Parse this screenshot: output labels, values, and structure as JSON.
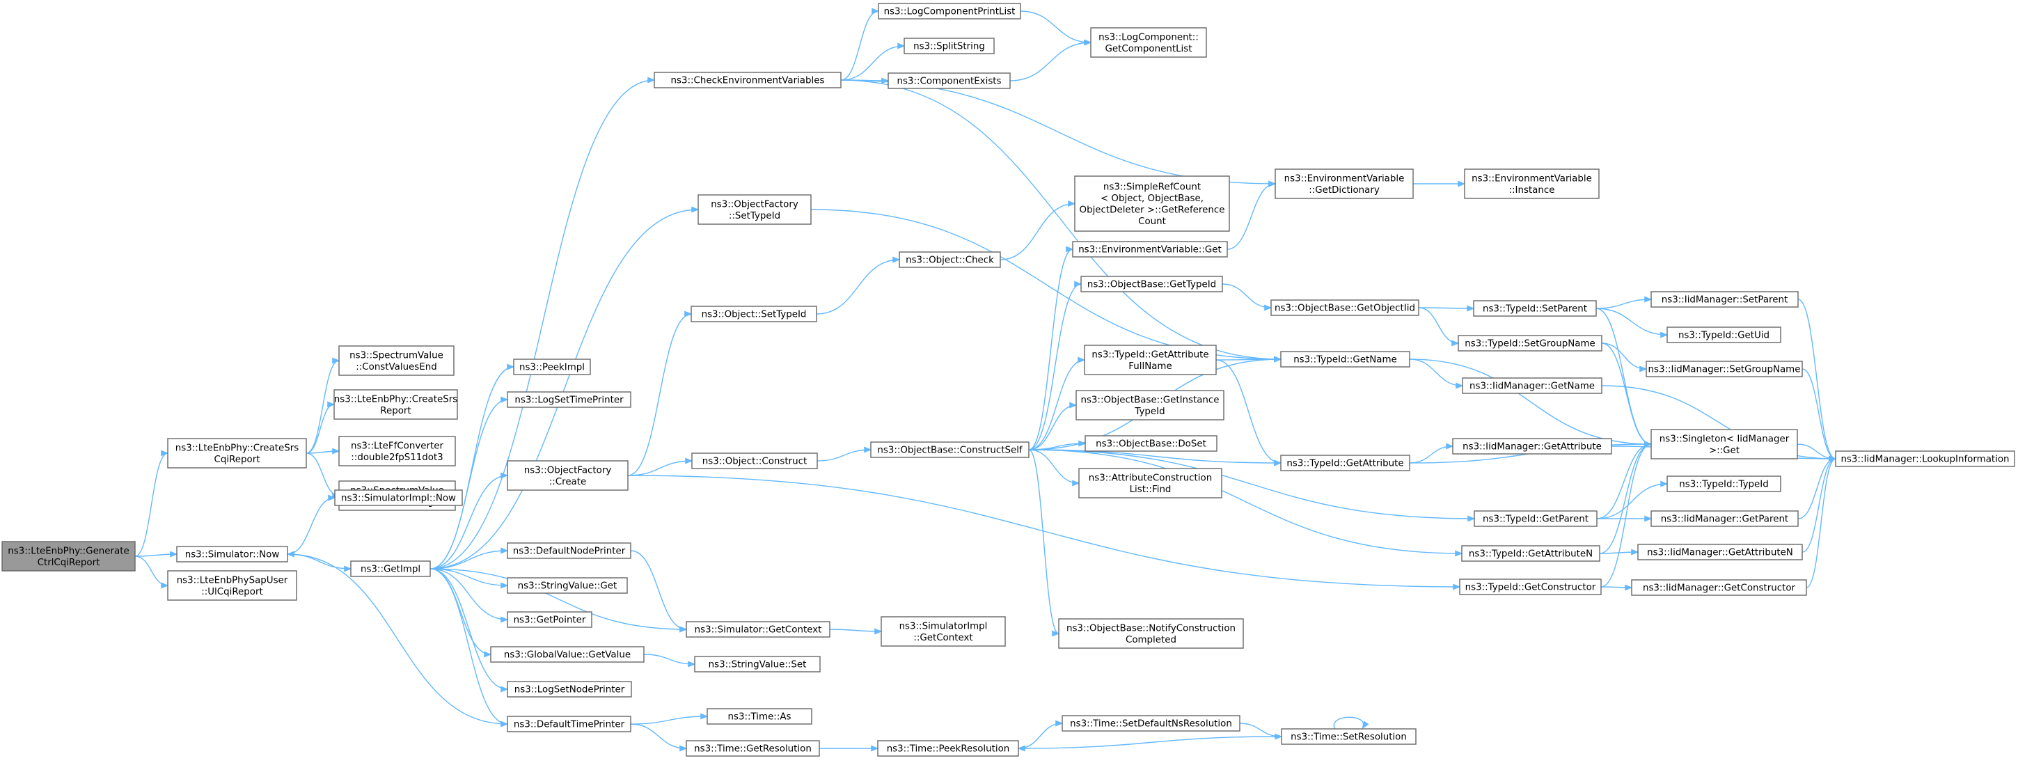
{
  "diagram": {
    "type": "call-graph",
    "colors": {
      "edge": "#63b8ff",
      "node_border": "#666666",
      "root_fill": "#999999",
      "node_fill": "#ffffff"
    },
    "nodes": [
      {
        "id": "root",
        "lines": [
          "ns3::LteEnbPhy::Generate",
          "CtrlCqiReport"
        ],
        "root": true
      },
      {
        "id": "createsrs",
        "lines": [
          "ns3::LteEnbPhy::CreateSrs",
          "CqiReport"
        ]
      },
      {
        "id": "simnow",
        "lines": [
          "ns3::Simulator::Now"
        ]
      },
      {
        "id": "ulcqi",
        "lines": [
          "ns3::LteEnbPhySapUser",
          "::UlCqiReport"
        ]
      },
      {
        "id": "cvend",
        "lines": [
          "ns3::SpectrumValue",
          "::ConstValuesEnd"
        ]
      },
      {
        "id": "createsrsrep",
        "lines": [
          "ns3::LteEnbPhy::CreateSrs",
          "Report"
        ]
      },
      {
        "id": "ffconv",
        "lines": [
          "ns3::LteFfConverter",
          "::double2fpS11dot3"
        ]
      },
      {
        "id": "cvbegin",
        "lines": [
          "ns3::SpectrumValue",
          "::ConstValuesBegin"
        ]
      },
      {
        "id": "simimplnow",
        "lines": [
          "ns3::SimulatorImpl::Now"
        ]
      },
      {
        "id": "getimpl",
        "lines": [
          "ns3::GetImpl"
        ]
      },
      {
        "id": "peekimpl",
        "lines": [
          "ns3::PeekImpl"
        ]
      },
      {
        "id": "logsettime",
        "lines": [
          "ns3::LogSetTimePrinter"
        ]
      },
      {
        "id": "objfactcreate",
        "lines": [
          "ns3::ObjectFactory",
          "::Create"
        ]
      },
      {
        "id": "defnodeprinter",
        "lines": [
          "ns3::DefaultNodePrinter"
        ]
      },
      {
        "id": "strvalget",
        "lines": [
          "ns3::StringValue::Get"
        ]
      },
      {
        "id": "getpointer",
        "lines": [
          "ns3::GetPointer"
        ]
      },
      {
        "id": "globalget",
        "lines": [
          "ns3::GlobalValue::GetValue"
        ]
      },
      {
        "id": "logsetnode",
        "lines": [
          "ns3::LogSetNodePrinter"
        ]
      },
      {
        "id": "deftimeprinter",
        "lines": [
          "ns3::DefaultTimePrinter"
        ]
      },
      {
        "id": "checkenv",
        "lines": [
          "ns3::CheckEnvironmentVariables"
        ]
      },
      {
        "id": "objfactsettype",
        "lines": [
          "ns3::ObjectFactory",
          "::SetTypeId"
        ]
      },
      {
        "id": "objsettypeid",
        "lines": [
          "ns3::Object::SetTypeId"
        ]
      },
      {
        "id": "objconstruct",
        "lines": [
          "ns3::Object::Construct"
        ]
      },
      {
        "id": "simgetctx",
        "lines": [
          "ns3::Simulator::GetContext"
        ]
      },
      {
        "id": "strvalset",
        "lines": [
          "ns3::StringValue::Set"
        ]
      },
      {
        "id": "timeas",
        "lines": [
          "ns3::Time::As"
        ]
      },
      {
        "id": "timegetres",
        "lines": [
          "ns3::Time::GetResolution"
        ]
      },
      {
        "id": "logcompprint",
        "lines": [
          "ns3::LogComponentPrintList"
        ]
      },
      {
        "id": "splitstring",
        "lines": [
          "ns3::SplitString"
        ]
      },
      {
        "id": "compexists",
        "lines": [
          "ns3::ComponentExists"
        ]
      },
      {
        "id": "objcheck",
        "lines": [
          "ns3::Object::Check"
        ]
      },
      {
        "id": "objbaseconstructself",
        "lines": [
          "ns3::ObjectBase::ConstructSelf"
        ]
      },
      {
        "id": "simimplgetctx",
        "lines": [
          "ns3::SimulatorImpl",
          "::GetContext"
        ]
      },
      {
        "id": "timepeekres",
        "lines": [
          "ns3::Time::PeekResolution"
        ]
      },
      {
        "id": "logcompgetlist",
        "lines": [
          "ns3::LogComponent::",
          "GetComponentList"
        ]
      },
      {
        "id": "simplerefcount",
        "lines": [
          "ns3::SimpleRefCount",
          "< Object, ObjectBase,",
          "ObjectDeleter >::GetReference",
          "Count"
        ]
      },
      {
        "id": "envvarget",
        "lines": [
          "ns3::EnvironmentVariable::Get"
        ]
      },
      {
        "id": "objbasegettypeid",
        "lines": [
          "ns3::ObjectBase::GetTypeId"
        ]
      },
      {
        "id": "typeidgetattrfull",
        "lines": [
          "ns3::TypeId::GetAttribute",
          "FullName"
        ]
      },
      {
        "id": "objbasegetinst",
        "lines": [
          "ns3::ObjectBase::GetInstance",
          "TypeId"
        ]
      },
      {
        "id": "objbasedoset",
        "lines": [
          "ns3::ObjectBase::DoSet"
        ]
      },
      {
        "id": "attrconstrfind",
        "lines": [
          "ns3::AttributeConstruction",
          "List::Find"
        ]
      },
      {
        "id": "objbasenotify",
        "lines": [
          "ns3::ObjectBase::NotifyConstruction",
          "Completed"
        ]
      },
      {
        "id": "timesetdefns",
        "lines": [
          "ns3::Time::SetDefaultNsResolution"
        ]
      },
      {
        "id": "envvargetdict",
        "lines": [
          "ns3::EnvironmentVariable",
          "::GetDictionary"
        ]
      },
      {
        "id": "objbasegetobjiid",
        "lines": [
          "ns3::ObjectBase::GetObjectIid"
        ]
      },
      {
        "id": "typeidgetname",
        "lines": [
          "ns3::TypeId::GetName"
        ]
      },
      {
        "id": "typeidgetattr",
        "lines": [
          "ns3::TypeId::GetAttribute"
        ]
      },
      {
        "id": "typeidgetparent",
        "lines": [
          "ns3::TypeId::GetParent"
        ]
      },
      {
        "id": "typeidgetattrn",
        "lines": [
          "ns3::TypeId::GetAttributeN"
        ]
      },
      {
        "id": "typeidgetctor",
        "lines": [
          "ns3::TypeId::GetConstructor"
        ]
      },
      {
        "id": "timesetres",
        "lines": [
          "ns3::Time::SetResolution"
        ]
      },
      {
        "id": "envvarinstance",
        "lines": [
          "ns3::EnvironmentVariable",
          "::Instance"
        ]
      },
      {
        "id": "typeidsetparent",
        "lines": [
          "ns3::TypeId::SetParent"
        ]
      },
      {
        "id": "typeidsetgroup",
        "lines": [
          "ns3::TypeId::SetGroupName"
        ]
      },
      {
        "id": "iidgetname",
        "lines": [
          "ns3::IidManager::GetName"
        ]
      },
      {
        "id": "iidgetattr",
        "lines": [
          "ns3::IidManager::GetAttribute"
        ]
      },
      {
        "id": "singletonget",
        "lines": [
          "ns3::Singleton< IidManager",
          ">::Get"
        ]
      },
      {
        "id": "typeidtypeid",
        "lines": [
          "ns3::TypeId::TypeId"
        ]
      },
      {
        "id": "iidgetparent",
        "lines": [
          "ns3::IidManager::GetParent"
        ]
      },
      {
        "id": "iidgetattrn",
        "lines": [
          "ns3::IidManager::GetAttributeN"
        ]
      },
      {
        "id": "iidgetctor",
        "lines": [
          "ns3::IidManager::GetConstructor"
        ]
      },
      {
        "id": "iidsetparent",
        "lines": [
          "ns3::IidManager::SetParent"
        ]
      },
      {
        "id": "typeidgetuid",
        "lines": [
          "ns3::TypeId::GetUid"
        ]
      },
      {
        "id": "iidsetgroup",
        "lines": [
          "ns3::IidManager::SetGroupName"
        ]
      },
      {
        "id": "iidlookup",
        "lines": [
          "ns3::IidManager::LookupInformation"
        ]
      }
    ],
    "edges": [
      [
        "root",
        "createsrs"
      ],
      [
        "root",
        "simnow"
      ],
      [
        "root",
        "ulcqi"
      ],
      [
        "createsrs",
        "cvend"
      ],
      [
        "createsrs",
        "createsrsrep"
      ],
      [
        "createsrs",
        "ffconv"
      ],
      [
        "createsrs",
        "cvbegin"
      ],
      [
        "simnow",
        "simimplnow"
      ],
      [
        "simnow",
        "getimpl"
      ],
      [
        "getimpl",
        "peekimpl"
      ],
      [
        "getimpl",
        "logsettime"
      ],
      [
        "getimpl",
        "objfactcreate"
      ],
      [
        "getimpl",
        "defnodeprinter"
      ],
      [
        "getimpl",
        "strvalget"
      ],
      [
        "getimpl",
        "getpointer"
      ],
      [
        "getimpl",
        "globalget"
      ],
      [
        "getimpl",
        "logsetnode"
      ],
      [
        "getimpl",
        "deftimeprinter"
      ],
      [
        "getimpl",
        "simgetctx"
      ],
      [
        "getimpl",
        "checkenv"
      ],
      [
        "getimpl",
        "objfactsettype"
      ],
      [
        "deftimeprinter",
        "simnow"
      ],
      [
        "deftimeprinter",
        "timeas"
      ],
      [
        "deftimeprinter",
        "timegetres"
      ],
      [
        "defnodeprinter",
        "simgetctx"
      ],
      [
        "globalget",
        "strvalset"
      ],
      [
        "objfactcreate",
        "objsettypeid"
      ],
      [
        "objfactcreate",
        "objconstruct"
      ],
      [
        "objfactcreate",
        "typeidgetctor"
      ],
      [
        "simgetctx",
        "simimplgetctx"
      ],
      [
        "timegetres",
        "timepeekres"
      ],
      [
        "checkenv",
        "logcompprint"
      ],
      [
        "checkenv",
        "splitstring"
      ],
      [
        "checkenv",
        "compexists"
      ],
      [
        "checkenv",
        "envvargetdict"
      ],
      [
        "checkenv",
        "typeidgetname"
      ],
      [
        "logcompprint",
        "logcompgetlist"
      ],
      [
        "compexists",
        "logcompgetlist"
      ],
      [
        "objfactsettype",
        "typeidgetname"
      ],
      [
        "objsettypeid",
        "objcheck"
      ],
      [
        "objcheck",
        "simplerefcount"
      ],
      [
        "objconstruct",
        "objbaseconstructself"
      ],
      [
        "objbaseconstructself",
        "envvarget"
      ],
      [
        "objbaseconstructself",
        "objbasegettypeid"
      ],
      [
        "objbaseconstructself",
        "typeidgetattrfull"
      ],
      [
        "objbaseconstructself",
        "typeidgetname"
      ],
      [
        "objbaseconstructself",
        "objbasegetinst"
      ],
      [
        "objbaseconstructself",
        "objbasedoset"
      ],
      [
        "objbaseconstructself",
        "attrconstrfind"
      ],
      [
        "objbaseconstructself",
        "typeidgetattr"
      ],
      [
        "objbaseconstructself",
        "typeidgetparent"
      ],
      [
        "objbaseconstructself",
        "typeidgetattrn"
      ],
      [
        "objbaseconstructself",
        "objbasenotify"
      ],
      [
        "envvarget",
        "envvargetdict"
      ],
      [
        "envvargetdict",
        "envvarinstance"
      ],
      [
        "objbasegettypeid",
        "objbasegetobjiid"
      ],
      [
        "objbasegetobjiid",
        "typeidsetparent"
      ],
      [
        "objbasegetobjiid",
        "typeidsetgroup"
      ],
      [
        "typeidgetattrfull",
        "typeidgetname"
      ],
      [
        "typeidgetattrfull",
        "typeidgetattr"
      ],
      [
        "typeidgetname",
        "iidgetname"
      ],
      [
        "typeidgetname",
        "singletonget"
      ],
      [
        "typeidgetattr",
        "iidgetattr"
      ],
      [
        "typeidgetattr",
        "singletonget"
      ],
      [
        "typeidgetparent",
        "typeidtypeid"
      ],
      [
        "typeidgetparent",
        "iidgetparent"
      ],
      [
        "typeidgetparent",
        "singletonget"
      ],
      [
        "typeidgetattrn",
        "iidgetattrn"
      ],
      [
        "typeidgetattrn",
        "singletonget"
      ],
      [
        "typeidgetctor",
        "iidgetctor"
      ],
      [
        "typeidgetctor",
        "singletonget"
      ],
      [
        "typeidsetparent",
        "iidsetparent"
      ],
      [
        "typeidsetparent",
        "typeidgetuid"
      ],
      [
        "typeidsetparent",
        "singletonget"
      ],
      [
        "typeidsetgroup",
        "iidsetgroup"
      ],
      [
        "typeidsetgroup",
        "singletonget"
      ],
      [
        "iidsetparent",
        "iidlookup"
      ],
      [
        "iidsetgroup",
        "iidlookup"
      ],
      [
        "iidgetname",
        "iidlookup"
      ],
      [
        "iidgetattr",
        "iidlookup"
      ],
      [
        "singletonget",
        "iidlookup"
      ],
      [
        "iidgetparent",
        "iidlookup"
      ],
      [
        "iidgetattrn",
        "iidlookup"
      ],
      [
        "iidgetctor",
        "iidlookup"
      ],
      [
        "timepeekres",
        "timesetdefns"
      ],
      [
        "timesetdefns",
        "timesetres"
      ],
      [
        "timesetres",
        "timepeekres"
      ],
      [
        "timesetres",
        "timesetres"
      ]
    ]
  }
}
